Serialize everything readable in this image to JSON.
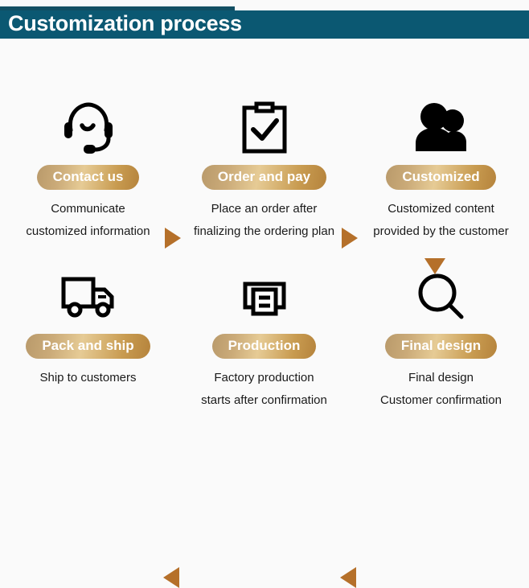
{
  "header": {
    "title": "Customization process",
    "bar_color": "#0b5872",
    "accent_color": "#124f63",
    "title_color": "#ffffff"
  },
  "theme": {
    "badge_gold_light": "#e6cb95",
    "badge_gold_dark": "#b5833c",
    "arrow_color": "#b5702a",
    "icon_color": "#000000",
    "background": "#fafafa",
    "caption_color": "#1a1a1a"
  },
  "steps": [
    {
      "id": "contact-us",
      "icon": "headset-support-icon",
      "badge": "Contact us",
      "caption_line1": "Communicate",
      "caption_line2": "customized information"
    },
    {
      "id": "order-and-pay",
      "icon": "clipboard-check-icon",
      "badge": "Order and pay",
      "caption_line1": "Place an order after",
      "caption_line2": "finalizing the ordering plan"
    },
    {
      "id": "customized",
      "icon": "users-group-icon",
      "badge": "Customized",
      "caption_line1": "Customized content",
      "caption_line2": "provided by the customer"
    },
    {
      "id": "pack-and-ship",
      "icon": "delivery-truck-icon",
      "badge": "Pack and ship",
      "caption_line1": "Ship to customers",
      "caption_line2": ""
    },
    {
      "id": "production",
      "icon": "printer-icon",
      "badge": "Production",
      "caption_line1": "Factory production",
      "caption_line2": "starts after confirmation"
    },
    {
      "id": "final-design",
      "icon": "magnifier-search-icon",
      "badge": "Final design",
      "caption_line1": "Final design",
      "caption_line2": "Customer confirmation"
    }
  ],
  "connectors": [
    {
      "id": "arrow-contact-to-order",
      "direction": "right"
    },
    {
      "id": "arrow-order-to-customized",
      "direction": "right"
    },
    {
      "id": "arrow-customized-to-final-design",
      "direction": "down"
    },
    {
      "id": "arrow-production-to-pack",
      "direction": "left"
    },
    {
      "id": "arrow-final-design-to-production",
      "direction": "left"
    }
  ]
}
